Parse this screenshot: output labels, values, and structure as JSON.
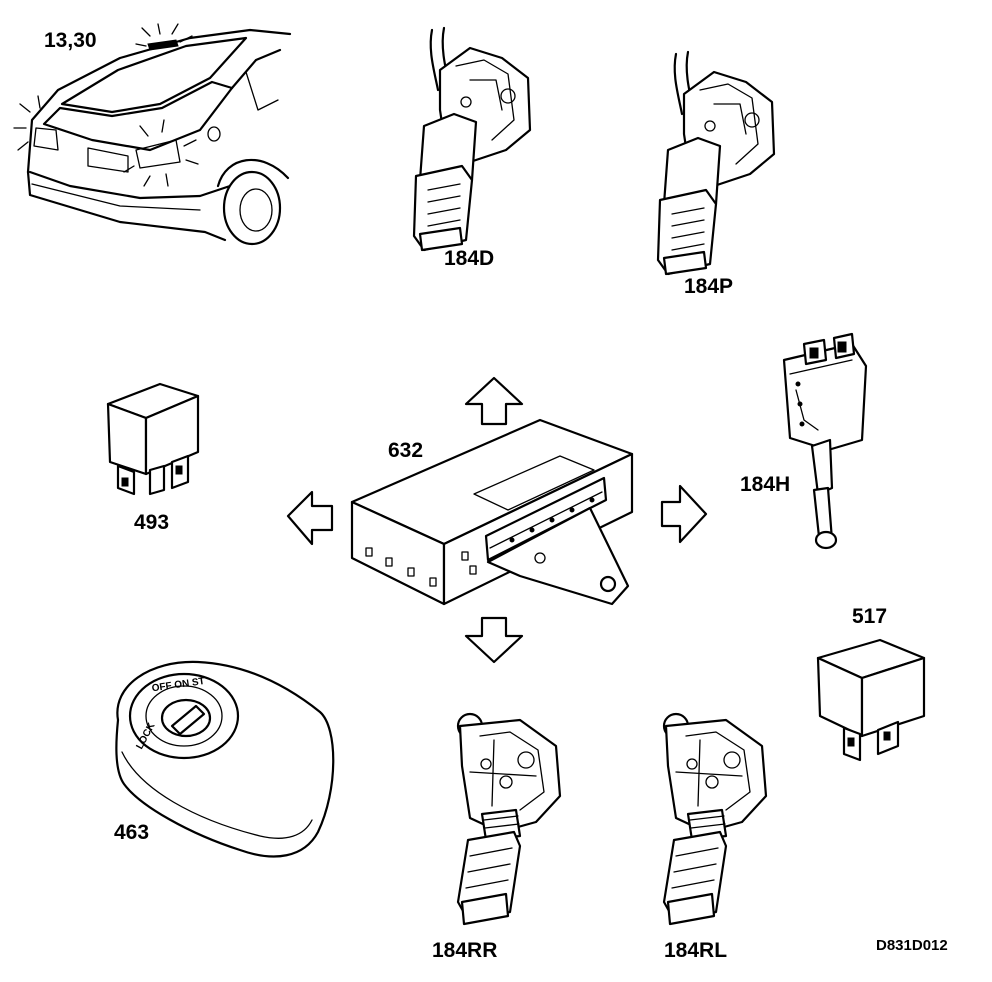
{
  "figure_ref": "D831D012",
  "components": [
    {
      "id": "car",
      "label": "13,30",
      "icon": "car-rear-lights-icon"
    },
    {
      "id": "lock-front-driver",
      "label": "184D",
      "icon": "door-lock-actuator-icon"
    },
    {
      "id": "lock-front-passenger",
      "label": "184P",
      "icon": "door-lock-actuator-icon"
    },
    {
      "id": "relay-left",
      "label": "493",
      "icon": "relay-icon"
    },
    {
      "id": "control-unit",
      "label": "632",
      "icon": "control-unit-icon"
    },
    {
      "id": "lock-hatch",
      "label": "184H",
      "icon": "switch-actuator-icon"
    },
    {
      "id": "relay-right",
      "label": "517",
      "icon": "relay-icon"
    },
    {
      "id": "ignition",
      "label": "463",
      "icon": "ignition-switch-icon"
    },
    {
      "id": "lock-rear-right",
      "label": "184RR",
      "icon": "door-lock-actuator-icon"
    },
    {
      "id": "lock-rear-left",
      "label": "184RL",
      "icon": "door-lock-actuator-icon"
    }
  ],
  "ignition_positions": "OFF ON ST",
  "ignition_lock_text": "LOCK",
  "arrows": [
    "up",
    "down",
    "left",
    "right"
  ]
}
